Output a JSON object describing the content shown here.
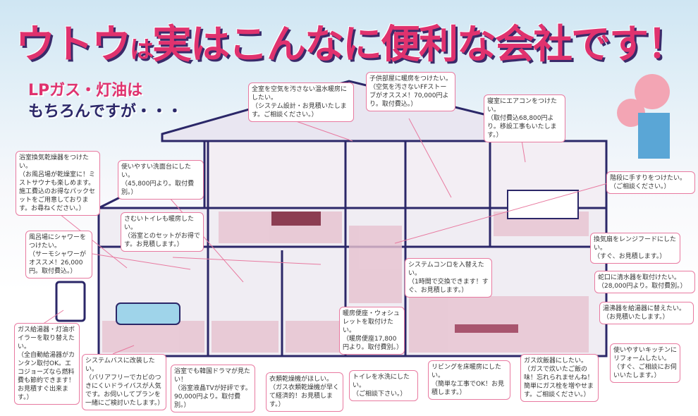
{
  "title": {
    "company": "ウトウ",
    "particle": "は",
    "main": "実はこんなに便利な会社です！"
  },
  "subtitle": {
    "line1": "LPガス・灯油は",
    "line2": "もちろんですが・・・"
  },
  "colors": {
    "accent": "#e0326e",
    "navy": "#2b2768",
    "callout_border": "#e87aa0"
  },
  "callouts": [
    "浴室換気乾燥器をつけたい。\n（お風呂場が乾燥室に！ミストサウナも楽しめます。施工費込のお得なパックセットをご用意しております。お尋ねください。）",
    "使いやすい洗面台にしたい。\n（45,800円より。取付費別。）",
    "さむいトイレも暖房したい。\n（浴室とのセットがお得です。お見積します。）",
    "風呂場にシャワーをつけたい。\n（サーモシャワーがオススメ！26,000円。取付費込。）",
    "全室を空気を汚さない温水暖房にしたい。\n（システム設計・お見積いたします。ご相談ください。）",
    "子供部屋に暖房をつけたい。\n（空気を汚さないFFストーブがオススメ！70,000円より。取付費込。）",
    "寝室にエアコンをつけたい。\n（取付費込68,800円より。移設工事もいたします。）",
    "階段に手すりをつけたい。\n（ご相談ください。）",
    "換気扇をレンジフードにしたい。\n（すぐ、お見積します。）",
    "システムコンロを入替えたい。\n（1時間で交換できます！すぐ、お見積します。）",
    "蛇口に清水器を取付けたい。\n（28,000円より。取付費別。）",
    "湯沸器を給湯器に替えたい。\n（お見積いたします。）",
    "暖房便座・ウォシュレットを取付けたい。\n（暖房便座17,800円より。取付費別。）",
    "ガス給湯器・灯油ボイラーを取り替えたい。\n（全自動給湯器がカンタン取付OK。エコジョーズなら燃料費も節約できます！お見積すぐ出来ます。）",
    "システムバスに改装したい。\n（バリアフリーでカビのつきにくいドライバスが人気です。お伺いしてプランを一緒にご検討いたします。）",
    "浴室でも韓国ドラマが見たい！\n（浴室液晶TVが好評です。90,000円より。取付費別。）",
    "衣類乾燥機がほしい。\n（ガス衣類乾燥機が早くて経済的！お見積します。）",
    "トイレを水洗にしたい。\n（ご相談下さい。）",
    "リビングを床暖房にしたい。\n（簡単な工事でOK！お見積します。）",
    "ガス炊飯器にしたい。\n（ガスで炊いたご飯の味！忘れられませんね！簡単にガス栓を増やせます。ご相談ください。）",
    "使いやすいキッチンにリフォームしたい。\n（すぐ、ご相談にお伺いいたします。）"
  ]
}
